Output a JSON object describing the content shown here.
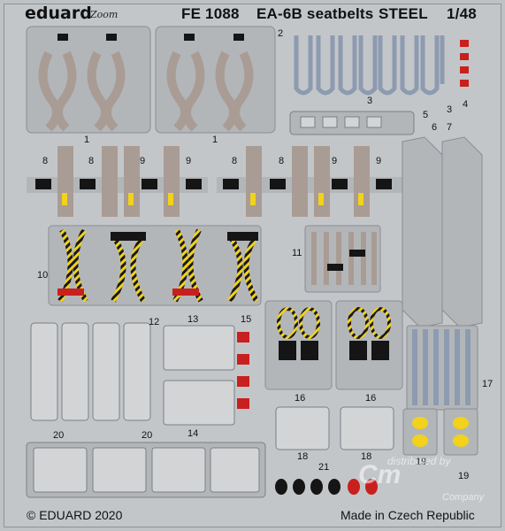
{
  "header": {
    "brand": "eduard",
    "series": "Zoom",
    "code": "FE 1088",
    "title": "EA-6B seatbelts",
    "material": "STEEL",
    "scale": "1/48"
  },
  "footer": {
    "copyright": "© EDUARD 2020",
    "origin": "Made in Czech Republic"
  },
  "watermark": {
    "line1": "distributed by",
    "line2": "Cm",
    "line3": "Company"
  },
  "part_numbers": [
    "1",
    "1",
    "2",
    "3",
    "3",
    "4",
    "5",
    "6",
    "7",
    "8",
    "8",
    "9",
    "9",
    "8",
    "8",
    "9",
    "9",
    "10",
    "11",
    "12",
    "13",
    "14",
    "15",
    "16",
    "16",
    "17",
    "18",
    "18",
    "19",
    "19",
    "20",
    "20",
    "21"
  ],
  "colors": {
    "fret": "#c3c6c9",
    "belt_tan": "#a99c94",
    "belt_blue": "#8d9bb0",
    "buckle_black": "#151515",
    "yellow": "#f2d21a",
    "red": "#c8201e"
  }
}
